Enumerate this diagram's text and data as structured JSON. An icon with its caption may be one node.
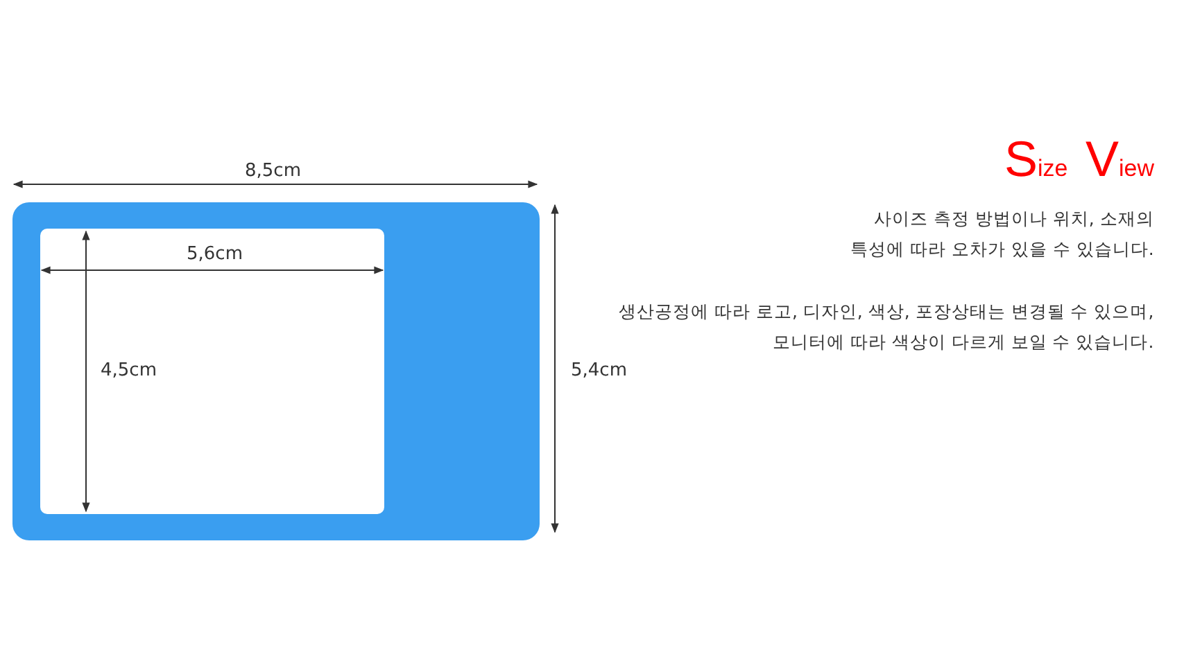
{
  "diagram": {
    "title": "Size View",
    "labels": [
      "8,5cm",
      "5,6cm",
      "4,5cm",
      "5,4cm",
      "사이즈 측정 방법이나 위치, 소재의 특성에 따라 오차가 있을 수 있습니다.",
      "생산공정에 따라 로고, 디자인, 색상, 포장상태는 변경될 수 있으며, 모니터에 따라 색상이 다르게 보일 수 있습니다."
    ]
  }
}
